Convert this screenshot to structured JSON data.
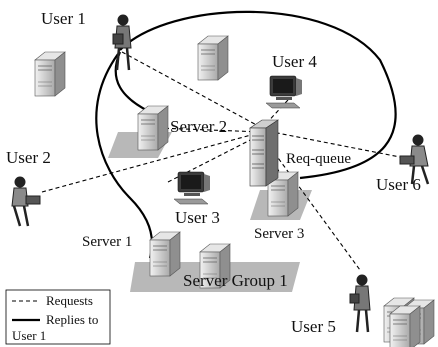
{
  "labels": {
    "user1": "User 1",
    "user2": "User 2",
    "user3": "User 3",
    "user4": "User 4",
    "user5": "User 5",
    "user6": "User 6",
    "server1": "Server 1",
    "server2": "Server 2",
    "server3": "Server 3",
    "req_queue": "Req-queue",
    "server_group": "Server Group 1"
  },
  "legend": {
    "requests": "Requests",
    "replies_line1": "Replies to",
    "replies_line2": "User 1"
  },
  "colors": {
    "pad": "#b8b8b8",
    "server_body": "#dcdcdc",
    "line": "#000000"
  }
}
